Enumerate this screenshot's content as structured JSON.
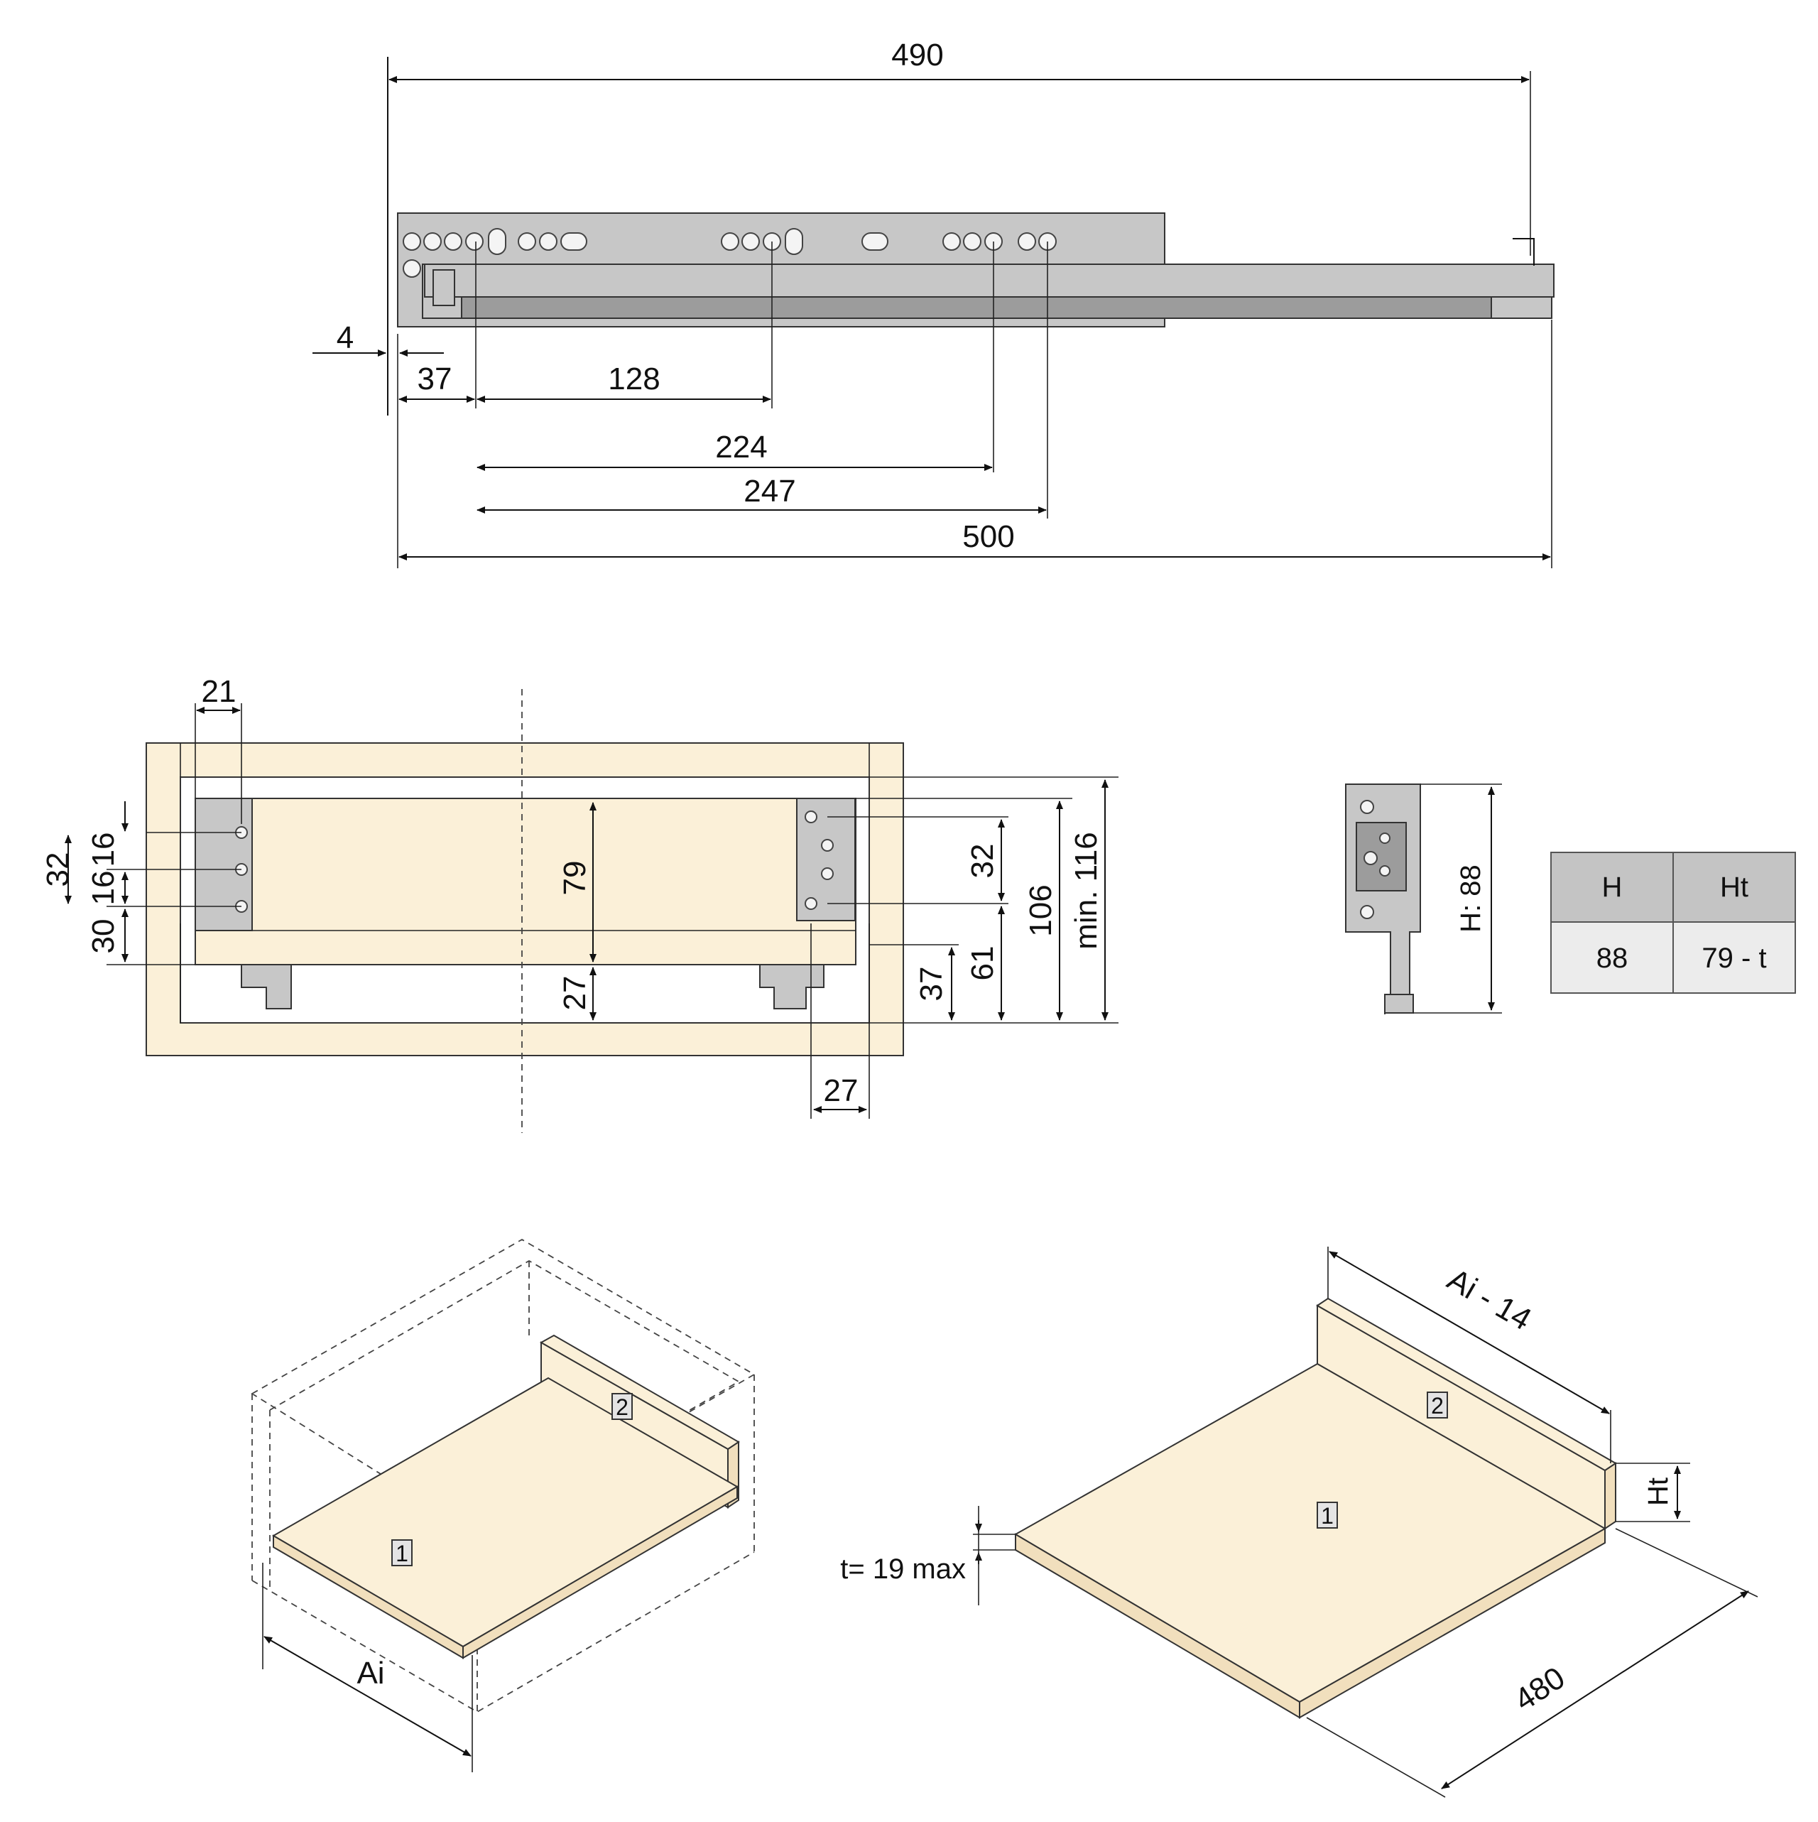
{
  "top_view": {
    "dims": {
      "overall_length": "490",
      "offset_front": "4",
      "first_hole": "37",
      "hole_128": "128",
      "hole_224": "224",
      "hole_247": "247",
      "slide_length": "500"
    }
  },
  "front_view": {
    "dims": {
      "bracket_offset": "21",
      "left_32": "32",
      "left_16a": "16",
      "left_16b": "16",
      "left_30": "30",
      "inner_79": "79",
      "inner_27": "27",
      "right_32": "32",
      "right_61": "61",
      "right_37": "37",
      "right_106": "106",
      "right_min116": "min. 116",
      "bottom_27": "27"
    }
  },
  "bracket_view": {
    "height_label": "H: 88"
  },
  "size_table": {
    "headers": [
      "H",
      "Ht"
    ],
    "rows": [
      [
        "88",
        "79 - t"
      ]
    ],
    "header_bg": "#c4c4c4",
    "row_bg": "#ececec"
  },
  "iso_left": {
    "part_1": "1",
    "part_2": "2",
    "width_label": "Ai"
  },
  "iso_right": {
    "part_1": "1",
    "part_2": "2",
    "length_label": "Ai - 14",
    "height_label": "Ht",
    "thickness_label": "t= 19 max",
    "depth_label": "480"
  },
  "colors": {
    "wood": "#fbf0d8",
    "metal": "#c7c7c7",
    "line": "#111111"
  }
}
